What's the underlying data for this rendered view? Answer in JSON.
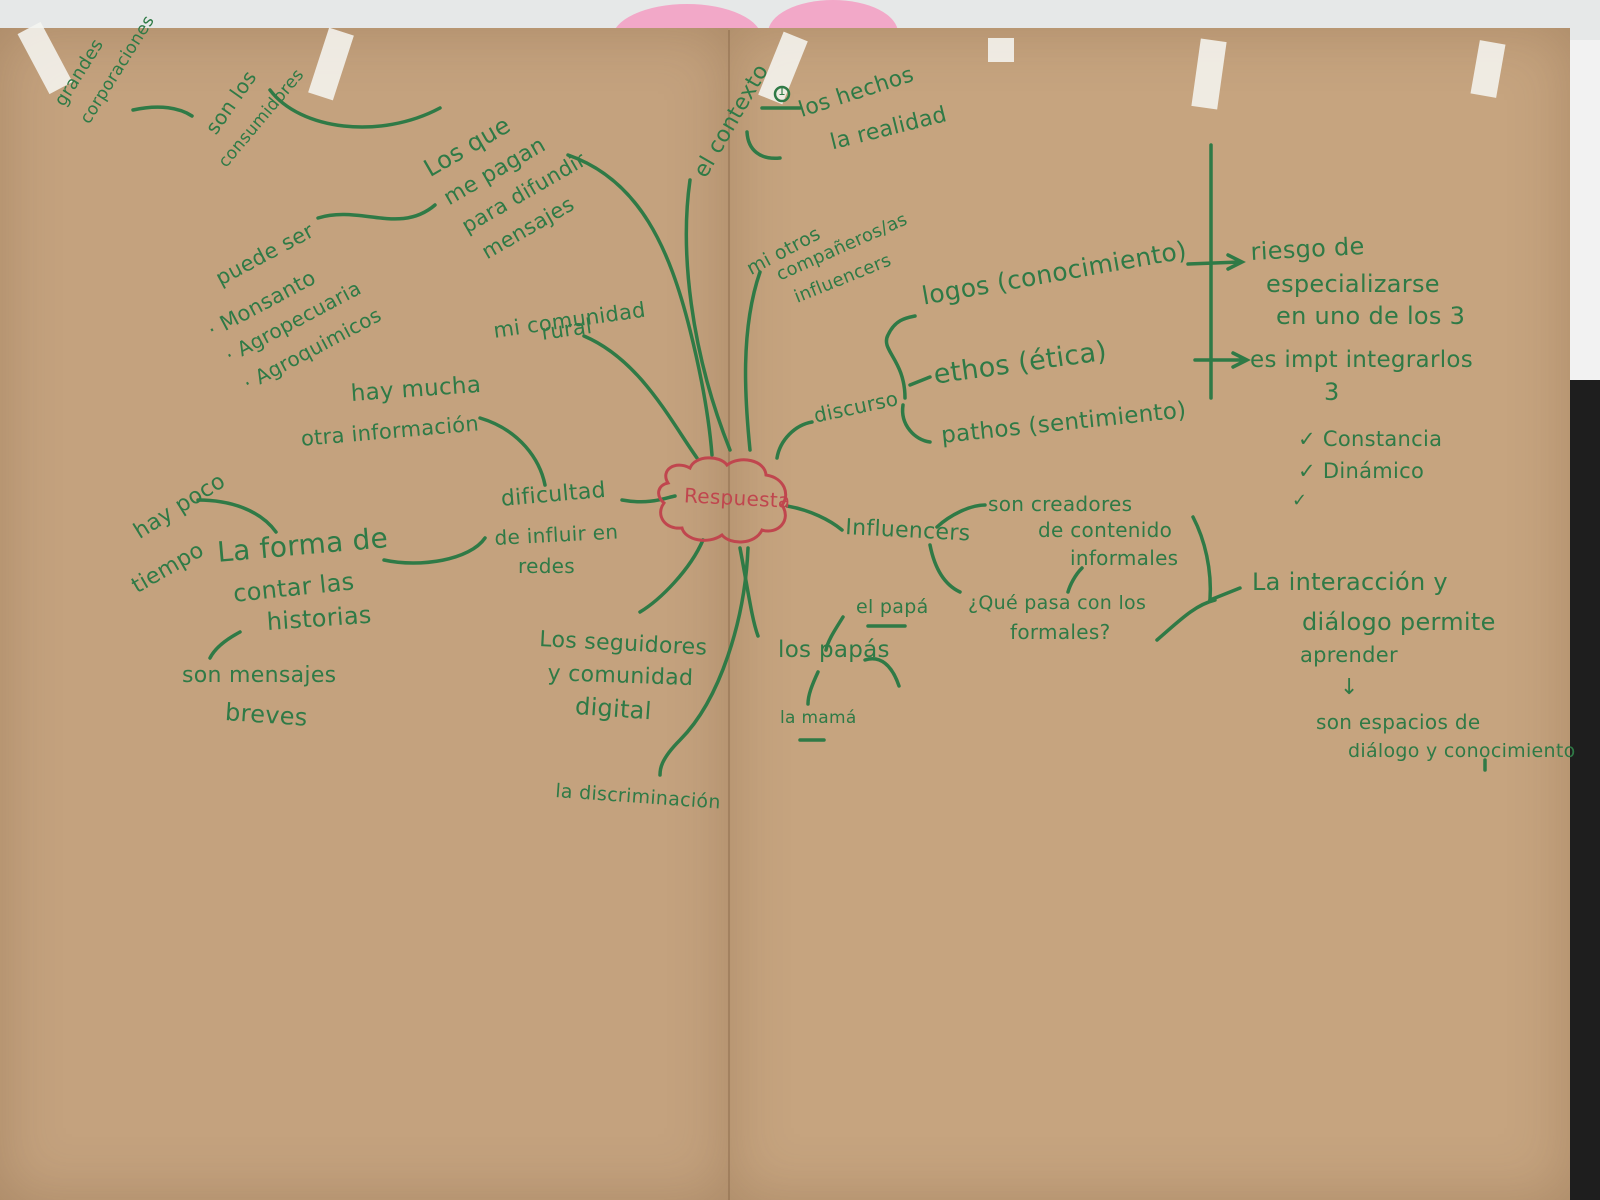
{
  "colors": {
    "ink_green": "#2f7a46",
    "ink_red": "#c0464e",
    "kraft_paper": "#c4a27e"
  },
  "mindmap": {
    "center": "Respuesta",
    "grandes": "grandes",
    "corporaciones": "corporaciones",
    "son_los": "son los",
    "consumidores": "consumidores",
    "los_que": "Los que",
    "me_pagan": "me pagan",
    "para_difundir": "para difundir",
    "mensajes": "mensajes",
    "puede_ser": "puede ser",
    "monsanto": "· Monsanto",
    "agropecuaria": "· Agropecuaria",
    "agroquimicos": "· Agroquimicos",
    "el_contexto": "el contexto",
    "circle_1": "1",
    "los_hechos": "los hechos",
    "la_realidad": "la realidad",
    "mi_otros": "mi otros",
    "companeros": "compañeros/as",
    "influencers_small": "influencers",
    "mi_comunidad": "mi comunidad",
    "rural": "rural",
    "hay_mucha": "hay mucha",
    "otra_informacion": "otra información",
    "hay_poco": "hay poco",
    "tiempo": "tiempo",
    "dificultad": "dificultad",
    "de_influir_en": "de influir en",
    "redes": "redes",
    "la_forma_de": "La forma de",
    "contar_las": "contar las",
    "historias": "historias",
    "son_mensajes": "son mensajes",
    "breves": "breves",
    "los_seguidores": "Los seguidores",
    "y_comunidad": "y comunidad",
    "digital": "digital",
    "la_discriminacion": "la discriminación",
    "discurso": "discurso",
    "logos": "logos (conocimiento)",
    "ethos": "ethos (ética)",
    "pathos": "pathos (sentimiento)",
    "riesgo_de": "riesgo de",
    "especializarse": "especializarse",
    "en_uno": "en uno de los 3",
    "es_impt": "es impt integrarlos",
    "tres": "3",
    "constancia": "✓ Constancia",
    "dinamico": "✓ Dinámico",
    "check": "✓",
    "influencers": "Influencers",
    "son_creadores": "son creadores",
    "de_contenido": "de contenido",
    "informales": "informales",
    "que_pasa": "¿Qué pasa con los",
    "formales": "formales?",
    "la_interaccion": "La interacción y",
    "dialogo_permite": "diálogo permite",
    "aprender": "aprender",
    "arrow_down": "↓",
    "son_espacios": "son espacios de",
    "dialogo_conocimiento": "diálogo y conocimiento",
    "el_papa": "el papá",
    "los_papas": "los papás",
    "la_mama": "la mamá"
  }
}
